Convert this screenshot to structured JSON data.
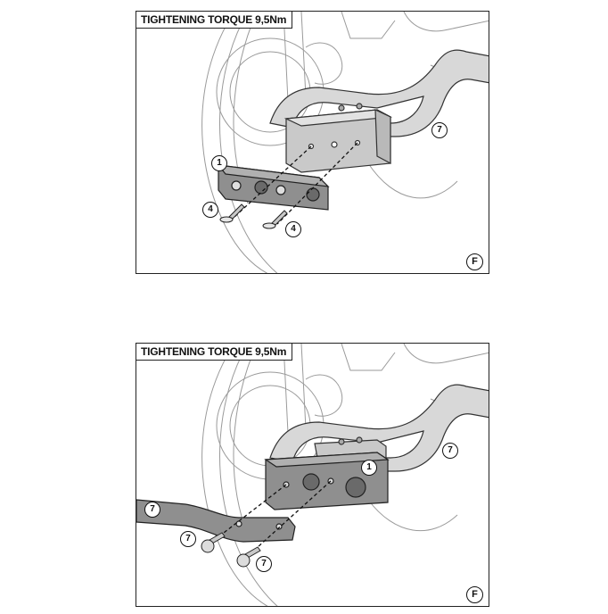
{
  "panels": [
    {
      "title": "TIGHTENING TORQUE 9,5Nm",
      "letter": "F",
      "callouts": [
        "1",
        "4",
        "4",
        "7"
      ]
    },
    {
      "title": "TIGHTENING TORQUE 9,5Nm",
      "letter": "F",
      "callouts": [
        "1",
        "7",
        "7",
        "7",
        "7"
      ]
    }
  ]
}
